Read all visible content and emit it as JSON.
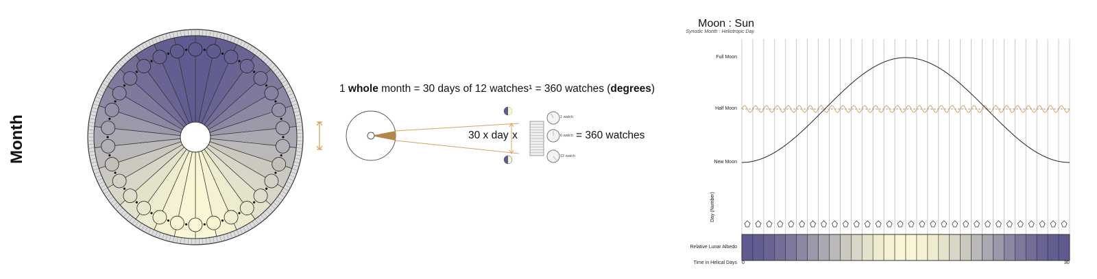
{
  "side_label": "Month",
  "equation": {
    "prefix": "1 ",
    "bold1": "whole",
    "middle": " month = 30 days of 12 watches¹ = 360 watches (",
    "bold2": "degrees",
    "suffix": ")"
  },
  "middle_diagram": {
    "days_label": "30 x day",
    "times_label": "x",
    "watches": [
      "1 watch",
      "6 watch",
      "12 watch"
    ],
    "result_label": "= 360 watches"
  },
  "chart": {
    "title": "Moon : Sun",
    "subtitle": "Synodic Month : Heliotropic Day",
    "y_labels": [
      "Full Moon",
      "Half Moon",
      "New Moon"
    ],
    "day_axis_label": "Day (Number)",
    "albedo_label": "Relative Lunar Albedo",
    "time_label": "Time in Helical Days",
    "time_start": "0",
    "time_end": "30",
    "days": 30,
    "colors": {
      "dark": "#5f5a8f",
      "light": "#f8f6d4",
      "orange": "#d9a35a"
    }
  }
}
